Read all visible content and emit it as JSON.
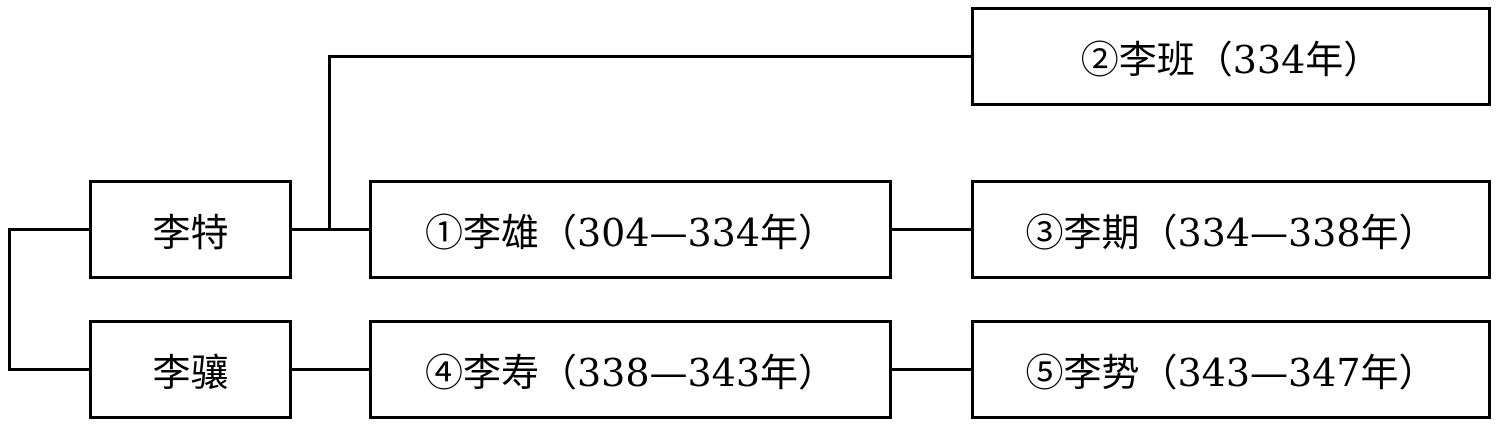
{
  "diagram": {
    "nodes": {
      "li_te": "李特",
      "li_xiang": "李骧",
      "li_xiong": "①李雄（304—334年）",
      "li_ban": "②李班（334年）",
      "li_qi": "③李期（334—338年）",
      "li_shou": "④李寿（338—343年）",
      "li_shi": "⑤李势（343—347年）"
    },
    "colors": {
      "line": "#000000",
      "box_border": "#000000",
      "background": "#ffffff"
    }
  }
}
